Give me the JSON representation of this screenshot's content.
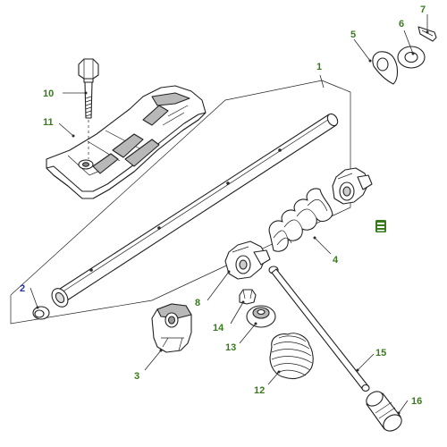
{
  "colors": {
    "callout_green": "#3a7a1e",
    "callout_blue": "#2233aa",
    "line": "#222222",
    "part_fill": "#ffffff",
    "shade": "#b8b8b8",
    "badge": "#3a7a1e"
  },
  "callouts": {
    "c1": "1",
    "c2": "2",
    "c3": "3",
    "c4": "4",
    "c5": "5",
    "c6": "6",
    "c7": "7",
    "c8": "8",
    "c10": "10",
    "c11": "11",
    "c12": "12",
    "c13": "13",
    "c14": "14",
    "c15": "15",
    "c16": "16"
  },
  "badge": {
    "icon": "illustration-reference-badge"
  }
}
